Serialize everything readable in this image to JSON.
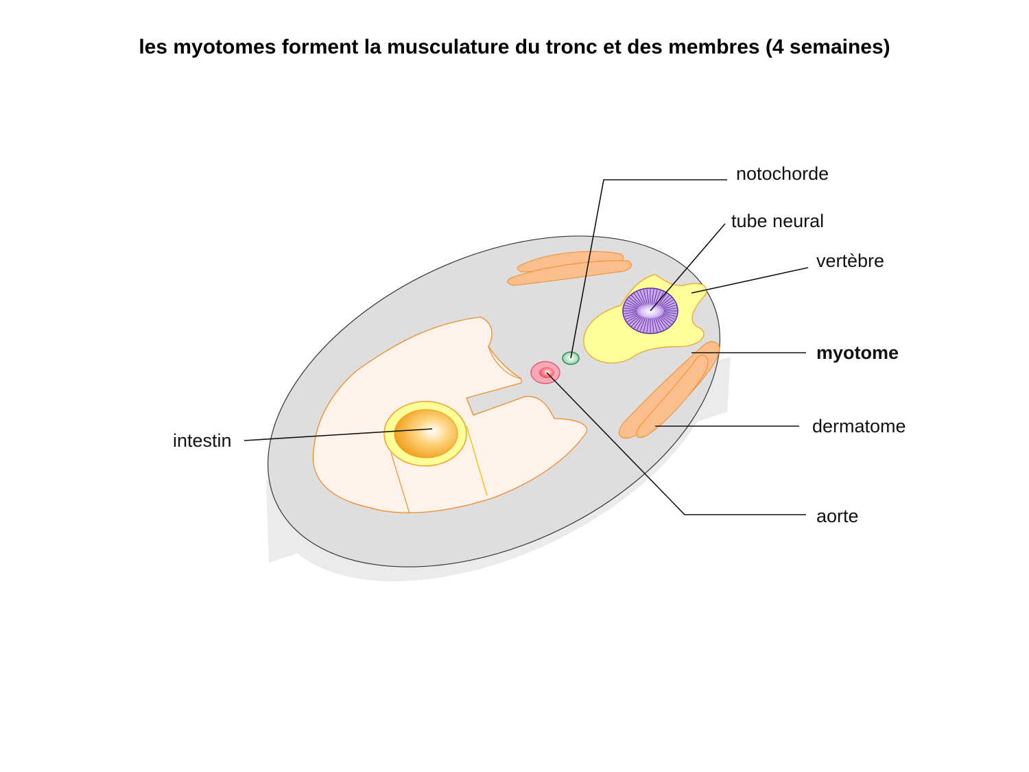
{
  "title": "les myotomes forment la musculature du tronc et des membres (4 semaines)",
  "labels": {
    "notochorde": "notochorde",
    "tube_neural": "tube neural",
    "vertebre": "vertèbre",
    "myotome": "myotome",
    "dermatome": "dermatome",
    "aorte": "aorte",
    "intestin": "intestin"
  },
  "colors": {
    "body_top": "#dedede",
    "body_side": "#ebebeb",
    "mesoderm_fill": "#fdf3ea",
    "outline_orange": "#f08a2a",
    "somite": "#fbbf8e",
    "vertebra": "#ffff99",
    "neural_tube": "#9b6bd6",
    "notochord": "#2e8b4a",
    "aorta": "#f07a9a",
    "gut": "#f5c200"
  }
}
